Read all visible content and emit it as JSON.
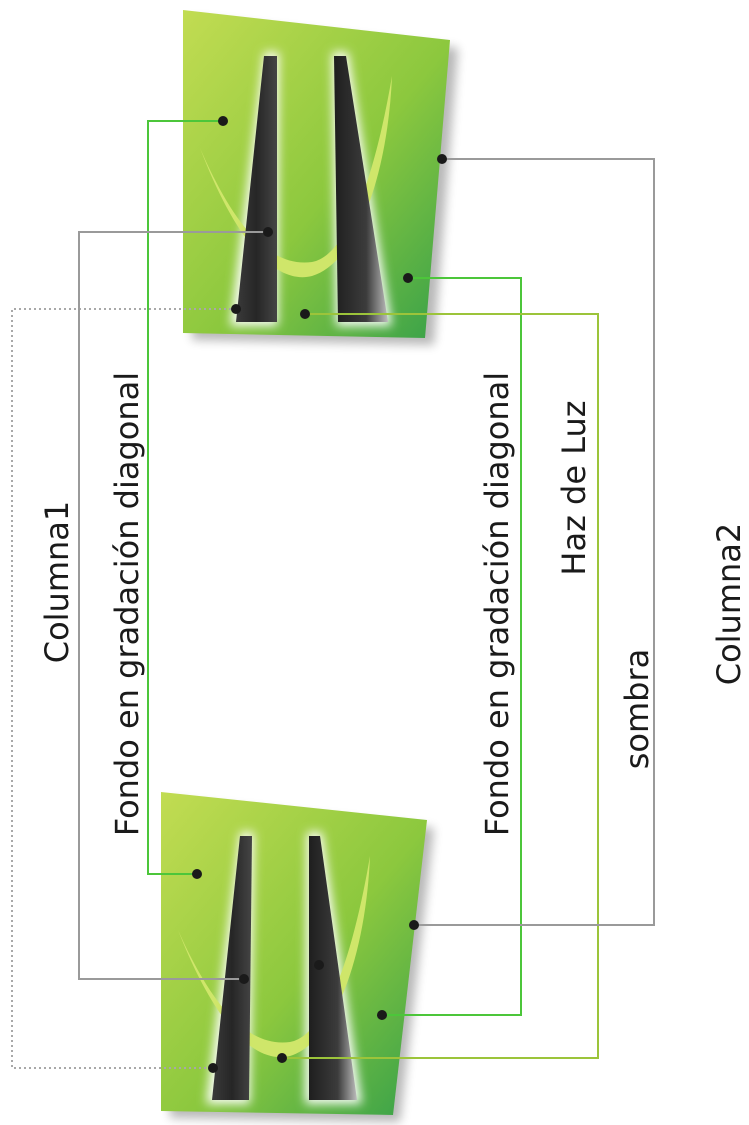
{
  "labels": {
    "columna1": "Columna1",
    "fondo_left": "Fondo en gradación diagonal",
    "fondo_right": "Fondo en gradación diagonal",
    "haz_de_luz": "Haz de Luz",
    "sombra": "sombra",
    "columna2": "Columna2"
  },
  "colors": {
    "connector_green": "#4cc63a",
    "connector_lime": "#9cc43a",
    "connector_gray": "#9a9a9a",
    "connector_dotted": "#a8a8a8",
    "logo_gradient_light": "#c2dc52",
    "logo_gradient_dark": "#35a04a",
    "column_fill": "#2e2e2e",
    "swoosh_fill": "#cfe66a"
  }
}
